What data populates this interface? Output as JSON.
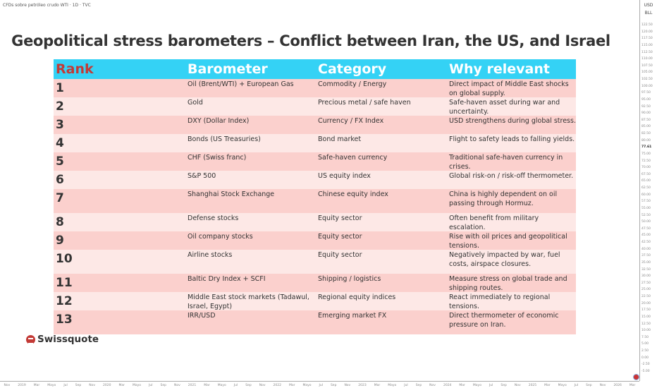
{
  "window_title": "CFDs sobre petróleo crudo WTI · 1D · TVC",
  "title": "Geopolitical stress barometers – Conflict between Iran, the US, and Israel",
  "headers": [
    "Rank",
    "Barometer",
    "Category",
    "Why relevant"
  ],
  "rows": [
    {
      "rank": "1",
      "barometer": "Oil (Brent/WTI) + European Gas",
      "category": "Commodity / Energy",
      "why": "Direct impact of Middle East shocks on global supply."
    },
    {
      "rank": "2",
      "barometer": "Gold",
      "category": "Precious metal / safe haven",
      "why": "Safe-haven asset during war and uncertainty."
    },
    {
      "rank": "3",
      "barometer": "DXY (Dollar Index)",
      "category": "Currency / FX Index",
      "why": "USD strengthens during global stress."
    },
    {
      "rank": "4",
      "barometer": "Bonds (US Treasuries)",
      "category": "Bond market",
      "why": "Flight to safety leads to falling yields."
    },
    {
      "rank": "5",
      "barometer": "CHF (Swiss franc)",
      "category": "Safe-haven currency",
      "why": "Traditional safe-haven currency in crises."
    },
    {
      "rank": "6",
      "barometer": "S&P 500",
      "category": "US equity index",
      "why": "Global risk-on / risk-off thermometer."
    },
    {
      "rank": "7",
      "barometer": "Shanghai Stock Exchange",
      "category": "Chinese equity index",
      "why": "China is highly dependent on oil passing through Hormuz."
    },
    {
      "rank": "8",
      "barometer": "Defense stocks",
      "category": "Equity sector",
      "why": "Often benefit from military escalation."
    },
    {
      "rank": "9",
      "barometer": "Oil company stocks",
      "category": "Equity sector",
      "why": "Rise with oil prices and geopolitical tensions."
    },
    {
      "rank": "10",
      "barometer": "Airline stocks",
      "category": "Equity sector",
      "why": "Negatively impacted by war, fuel costs, airspace closures."
    },
    {
      "rank": "11",
      "barometer": "Baltic Dry Index + SCFI",
      "category": "Shipping / logistics",
      "why": "Measure stress on global trade and shipping routes."
    },
    {
      "rank": "12",
      "barometer": "Middle East stock markets (Tadawul, Israel, Egypt)",
      "category": "Regional equity indices",
      "why": "React immediately to regional tensions."
    },
    {
      "rank": "13",
      "barometer": "IRR/USD",
      "category": "Emerging market FX",
      "why": "Direct thermometer of economic pressure on Iran."
    }
  ],
  "logo": "Swissquote",
  "axis": {
    "currency": "USD",
    "unit": "BLL",
    "current_price": "77.61",
    "ticks": [
      "122.50",
      "120.00",
      "117.50",
      "115.00",
      "112.50",
      "110.00",
      "107.50",
      "105.00",
      "102.50",
      "100.00",
      "97.50",
      "95.00",
      "92.50",
      "90.00",
      "87.50",
      "85.00",
      "82.50",
      "80.00",
      "77.61",
      "75.00",
      "72.50",
      "70.00",
      "67.50",
      "65.00",
      "62.50",
      "60.00",
      "57.50",
      "55.00",
      "52.50",
      "50.00",
      "47.50",
      "45.00",
      "42.50",
      "40.00",
      "37.50",
      "35.00",
      "32.50",
      "30.00",
      "27.50",
      "25.00",
      "22.50",
      "20.00",
      "17.50",
      "15.00",
      "12.50",
      "10.00",
      "7.50",
      "5.00",
      "2.50",
      "0.00",
      "-2.50",
      "-5.00"
    ]
  },
  "time_axis": [
    "Nov",
    "2019",
    "Mar",
    "Mayo",
    "Jul",
    "Sep",
    "Nov",
    "2020",
    "Mar",
    "Mayo",
    "Jul",
    "Sep",
    "Nov",
    "2021",
    "Mar",
    "Mayo",
    "Jul",
    "Sep",
    "Nov",
    "2022",
    "Mar",
    "Mayo",
    "Jul",
    "Sep",
    "Nov",
    "2023",
    "Mar",
    "Mayo",
    "Jul",
    "Sep",
    "Nov",
    "2024",
    "Mar",
    "Mayo",
    "Jul",
    "Sep",
    "Nov",
    "2025",
    "Mar",
    "Mayo",
    "Jul",
    "Sep",
    "Nov",
    "2026",
    "Mar"
  ]
}
